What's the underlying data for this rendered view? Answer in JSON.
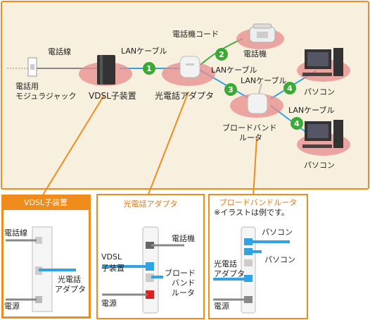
{
  "colors": {
    "orange": "#f08c1c",
    "beige": "#f7f0de",
    "blue": "#2fa3e6",
    "green": "#3aaa35",
    "pink_halo": "#e88c8c"
  },
  "top": {
    "phone_line_label": "電話線",
    "jack_label_line1": "電話用",
    "jack_label_line2": "モジュラジャック",
    "vdsl_label": "VDSL子装置",
    "adapter_label": "光電話アダプタ",
    "router_label_line1": "ブロードバンド",
    "router_label_line2": "ルータ",
    "phone_cord_label": "電話機コード",
    "phone_label": "電話機",
    "pc1_label": "パソコン",
    "pc2_label": "パソコン",
    "lan1_label": "LANケーブル",
    "lan3_label_a": "LANケーブル",
    "lan3_label_b": "LANケーブル",
    "lan4_label": "LANケーブル",
    "badges": [
      "1",
      "2",
      "3",
      "4",
      "4"
    ]
  },
  "panels": {
    "vdsl": {
      "title": "VDSL子装置",
      "phone_line": "電話線",
      "adapter_line1": "光電話",
      "adapter_line2": "アダプタ",
      "power": "電源"
    },
    "adapter": {
      "title": "光電話アダプタ",
      "phone": "電話機",
      "vdsl_line1": "VDSL",
      "vdsl_line2": "子装置",
      "router_line1": "ブロード",
      "router_line2": "バンド",
      "router_line3": "ルータ",
      "power": "電源"
    },
    "router": {
      "title": "ブロードバンドルータ",
      "note": "※イラストは例です。",
      "pc1": "パソコン",
      "pc2": "パソコン",
      "adapter_line1": "光電話",
      "adapter_line2": "アダプタ",
      "power": "電源"
    }
  }
}
